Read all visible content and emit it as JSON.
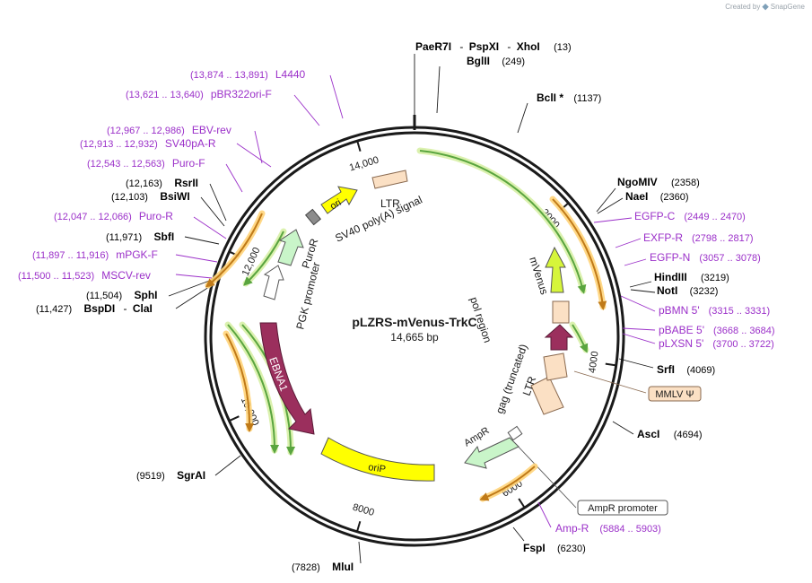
{
  "branding": {
    "created_by": "Created by",
    "app": "SnapGene"
  },
  "map": {
    "name": "pLZRS-mVenus-TrkC",
    "size_label": "14,665 bp",
    "length_bp": 14665,
    "ticks": [
      {
        "bp": 2000,
        "label": "2000"
      },
      {
        "bp": 4000,
        "label": "4000"
      },
      {
        "bp": 6000,
        "label": "6000"
      },
      {
        "bp": 8000,
        "label": "8000"
      },
      {
        "bp": 10000,
        "label": "10,000"
      },
      {
        "bp": 12000,
        "label": "12,000"
      },
      {
        "bp": 14000,
        "label": "14,000"
      }
    ]
  },
  "enzyme_labels": [
    {
      "names": [
        "PaeR7I",
        "PspXI",
        "XhoI"
      ],
      "pos": "(13)"
    },
    {
      "names": [
        "BglII"
      ],
      "pos": "(249)"
    },
    {
      "names": [
        "BclI *"
      ],
      "pos": "(1137)"
    },
    {
      "names": [
        "NgoMIV"
      ],
      "pos": "(2358)"
    },
    {
      "names": [
        "NaeI"
      ],
      "pos": "(2360)"
    },
    {
      "names": [
        "HindIII"
      ],
      "pos": "(3219)"
    },
    {
      "names": [
        "NotI"
      ],
      "pos": "(3232)"
    },
    {
      "names": [
        "SrfI"
      ],
      "pos": "(4069)"
    },
    {
      "names": [
        "AscI"
      ],
      "pos": "(4694)"
    },
    {
      "names": [
        "FspI"
      ],
      "pos": "(6230)"
    },
    {
      "names": [
        "MluI"
      ],
      "pos": "(7828)"
    },
    {
      "names": [
        "SgrAI"
      ],
      "pos": "(9519)"
    },
    {
      "names": [
        "BspDI",
        "ClaI"
      ],
      "pos": "(11,427)"
    },
    {
      "names": [
        "SphI"
      ],
      "pos": "(11,504)"
    },
    {
      "names": [
        "SbfI"
      ],
      "pos": "(11,971)"
    },
    {
      "names": [
        "BsiWI"
      ],
      "pos": "(12,103)"
    },
    {
      "names": [
        "RsrII"
      ],
      "pos": "(12,163)"
    }
  ],
  "primer_labels": [
    {
      "name": "EGFP-C",
      "range": "(2449 .. 2470)"
    },
    {
      "name": "EXFP-R",
      "range": "(2798 .. 2817)"
    },
    {
      "name": "EGFP-N",
      "range": "(3057 .. 3078)"
    },
    {
      "name": "pBMN 5'",
      "range": "(3315 .. 3331)"
    },
    {
      "name": "pBABE 5'",
      "range": "(3668 .. 3684)"
    },
    {
      "name": "pLXSN 5'",
      "range": "(3700 .. 3722)"
    },
    {
      "name": "Amp-R",
      "range": "(5884 .. 5903)"
    },
    {
      "name": "MSCV-rev",
      "range": "(11,500 .. 11,523)"
    },
    {
      "name": "mPGK-F",
      "range": "(11,897 .. 11,916)"
    },
    {
      "name": "Puro-R",
      "range": "(12,047 .. 12,066)"
    },
    {
      "name": "Puro-F",
      "range": "(12,543 .. 12,563)"
    },
    {
      "name": "SV40pA-R",
      "range": "(12,913 .. 12,932)"
    },
    {
      "name": "EBV-rev",
      "range": "(12,967 .. 12,986)"
    },
    {
      "name": "pBR322ori-F",
      "range": "(13,621 .. 13,640)"
    },
    {
      "name": "L4440",
      "range": "(13,874 .. 13,891)"
    }
  ],
  "boxed_features": [
    {
      "name": "MMLV Ψ",
      "fill": "#fbe0c4"
    },
    {
      "name": "AmpR promoter",
      "fill": "#ffffff"
    }
  ],
  "features": [
    {
      "name": "LTR"
    },
    {
      "name": "ori"
    },
    {
      "name": "SV40 poly(A) signal"
    },
    {
      "name": "PuroR"
    },
    {
      "name": "PGK promoter"
    },
    {
      "name": "EBNA1"
    },
    {
      "name": "oriP"
    },
    {
      "name": "AmpR"
    },
    {
      "name": "gag (truncated)"
    },
    {
      "name": "LTR"
    },
    {
      "name": "mVenus"
    },
    {
      "name": "pol region"
    }
  ],
  "colors": {
    "enzyme": "#000000",
    "primer": "#9b30c9",
    "backbone": "#1a1a1a",
    "orf_arrow": "#5aa53f",
    "orf_halo": "#d7f0a6",
    "primer_arrow": "#c07a18",
    "primer_halo": "#ffd47a",
    "ltr": "#fbe0c4",
    "ori": "#ffff00",
    "puror": "#c9f5c9",
    "pgk": "#ffffff",
    "ebna1": "#9b2f5d",
    "orip": "#ffff00",
    "ampr": "#c9f5c9",
    "mvenus": "#d6f53a",
    "sv40": "#8c8c8c"
  }
}
